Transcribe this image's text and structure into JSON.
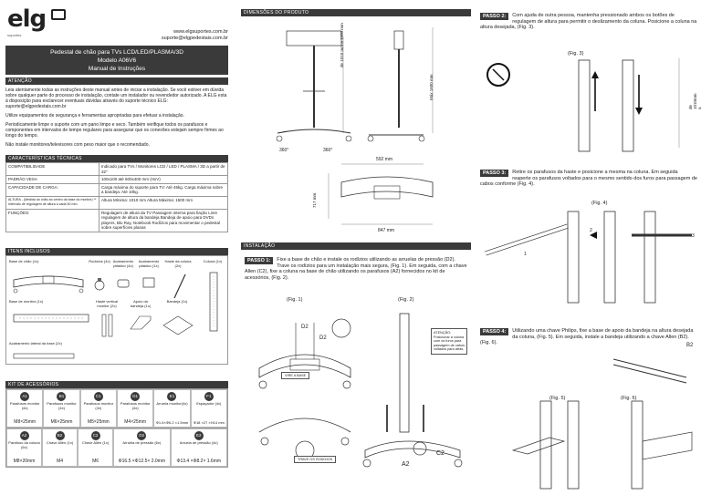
{
  "brand": {
    "logo_text": "elg",
    "logo_sub": "suportes",
    "website": "www.elgsuportes.com.br",
    "email": "suporte@elgpedestais.com.br"
  },
  "title": {
    "line1": "Pedestal de chão para TVs LCD/LED/PLASMA/3D",
    "line2": "Modelo A06V6",
    "line3": "Manual de Instruções"
  },
  "atencao": {
    "header": "ATENÇÃO",
    "p1": "Leia atentamente todas as instruções deste manual antes de iniciar a instalação. Se você estiver em dúvida sobre qualquer parte do processo de instalação, contate um instalador ou revendedor autorizado. A ELG esta à disposição para esclarecer eventuais dúvidas através do suporte técnico ELG: suporte@elgpedestais.com.br",
    "p2": "Utilize equipamentos de segurança e ferramentas apropriadas para efetuar a instalação.",
    "p3": "Periodicamente limpe o suporte com um pano limpo e seco. Também verifique todos os parafusos e componentes em intervalos de tempo regulares para assegurar que os conexões estejam sempre firmes ao longo do tempo.",
    "p4": "Não instale monitores/televisores com peso maior que o recomendado."
  },
  "caracteristicas": {
    "header": "CARACTERÍSTICAS TÉCNICAS",
    "rows": [
      {
        "k": "COMPATIBILIDADE",
        "v": "Indicado para TVs / Monitores LCD / LED / PLASMA / 3D a partir de 32\""
      },
      {
        "k": "PADRÃO VESA",
        "v": "100x100 até 600x400 mm (HxV)"
      },
      {
        "k": "CAPACIDADE DE CARGA:",
        "v": "Carga máxima do suporte para TV: Até 45kg. Carga máxima sobre a bandeja: Até 10kg."
      },
      {
        "k": "ALTURA - (Medida do chão ao centro da base do monitor) ** Intervalo de regulagem de altura a cada 50 mm.",
        "v": "Altura Mínima: 1010 mm Altura Máxima: 1500 mm"
      },
      {
        "k": "FUNÇÕES:",
        "v": "Regulagem de altura da TV Passagem interna para fiação Livre regulagem de altura da bandeja Bandeja de apoio para DVDs players, Blu Ray, Notebook Rodízios para movimentar o pedestal sobre superfícies planas"
      }
    ]
  },
  "itens": {
    "header": "ITENS INCLUSOS",
    "base_chao": "Base de chão (1x)",
    "rodizios": "Rodízios (4x)",
    "acab_plastico1": "Acabamento plástico (4x)",
    "acab_plastico2": "Acabamento plástico (1x)",
    "haste_coluna": "Haste da coluna (2x)",
    "coluna": "Coluna (1x)",
    "base_monitor": "Base de monitor (1x)",
    "haste_vertical": "Haste vertical monitor (2x)",
    "apoio_bandeja": "Apoio da bandeja (1x)",
    "bandeja": "Bandeja (1x)",
    "acab_lateral": "Acabamento lateral da base (2x)"
  },
  "acessorios": {
    "header": "KIT DE ACESSÓRIOS",
    "row1": [
      {
        "id": "A1",
        "name": "Parafusos monitor (4x)",
        "size": "M8×25mm"
      },
      {
        "id": "B1",
        "name": "Parafusos monitor (4x)",
        "size": "M6×25mm"
      },
      {
        "id": "C1",
        "name": "Parafusos monitor (4x)",
        "size": "M5×25mm"
      },
      {
        "id": "D1",
        "name": "Parafusos monitor (4x)",
        "size": "M4×25mm"
      },
      {
        "id": "E1",
        "name": "Arruela monitor(4x)",
        "size": "Φ1.6×Φ6.2 ×1.5mm"
      },
      {
        "id": "F1",
        "name": "Espaçador (4x)",
        "size": "Φ18 ×27 ×H14 mm"
      }
    ],
    "row2": [
      {
        "id": "A2",
        "name": "Parafuso da coluna (6x)",
        "size": "M8×20mm"
      },
      {
        "id": "B2",
        "name": "Chave Allen (1x)",
        "size": "M4"
      },
      {
        "id": "C2",
        "name": "Chave Allen (1x)",
        "size": "M6"
      },
      {
        "id": "D2",
        "name": "Arruela de pressão (6x)",
        "size": "Φ16.5 ×Φ12.5× 2.0mm"
      },
      {
        "id": "E2",
        "name": "Arruela de pressão (4x)",
        "size": "Φ13.4 ×Φ8.2× 1.6mm"
      }
    ]
  },
  "dimensoes": {
    "header": "DIMENSÕES DO PRODUTO",
    "min_label": "de 1010 mm a 1500 mm",
    "max_label": "Máx 1600 mm",
    "rot1": "360°",
    "rot2": "360°",
    "width": "592 mm",
    "depth": "717 mm",
    "base_width": "847 mm"
  },
  "instalacao": {
    "header": "INSTALAÇÃO",
    "passo1_label": "PASSO 1:",
    "passo1_text": "Fixe a base de chão e instale os rodízios utilizando as arruelas de pressão (D2). Trave os rodízios para um instalação mais segura, (Fig. 1). Em seguida, com a chave Allen (C2), fixe a coluna na base de chão utilizando os parafusos (A2) fornecidos no kit de acessórios, (Fig. 2).",
    "fig1": "(Fig. 1)",
    "fig2": "(Fig. 2)",
    "d2a": "D2",
    "d2b": "D2",
    "vire_base": "VIRE A BASE",
    "trave_rodizios": "TRAVE OS RODÍZIOS",
    "atencao_note": "ATENÇÃO: Posicionar a coluna com os furos para passagem de cabos voltados para atrás.",
    "a2": "A2",
    "c2": "C2"
  },
  "passo2": {
    "label": "PASSO 2:",
    "text": "Com ajuda de outra pessoa, mantenha pressionado ambos os botões de regulagem de altura para permitir o deslizamento da coluna. Posicione a coluna na altura desejada, (Fig. 3).",
    "fig": "(Fig. 3)",
    "dim": "de 1010mm a 1500mm"
  },
  "passo3": {
    "label": "PASSO 3:",
    "text": "Retire os parafusos da haste e posicione a mesma na coluna. Em seguida reaperte os parafusos voltados para o mesmo sentido dos furos para passagem de cabos conforme (Fig. 4).",
    "fig": "(Fig. 4)",
    "n1": "1",
    "n2": "2",
    "n3": "3"
  },
  "passo4": {
    "label": "PASSO 4:",
    "text": "Utilizando uma chave Philips, fixe a base de apoio da bandeja na altura desejada da coluna, (Fig. 5). Em seguida, instale a bandeja utilizando a chave Allen (B2). (Fig. 6).",
    "fig5": "(Fig. 5)",
    "fig6": "(Fig. 6)",
    "b2": "B2"
  }
}
